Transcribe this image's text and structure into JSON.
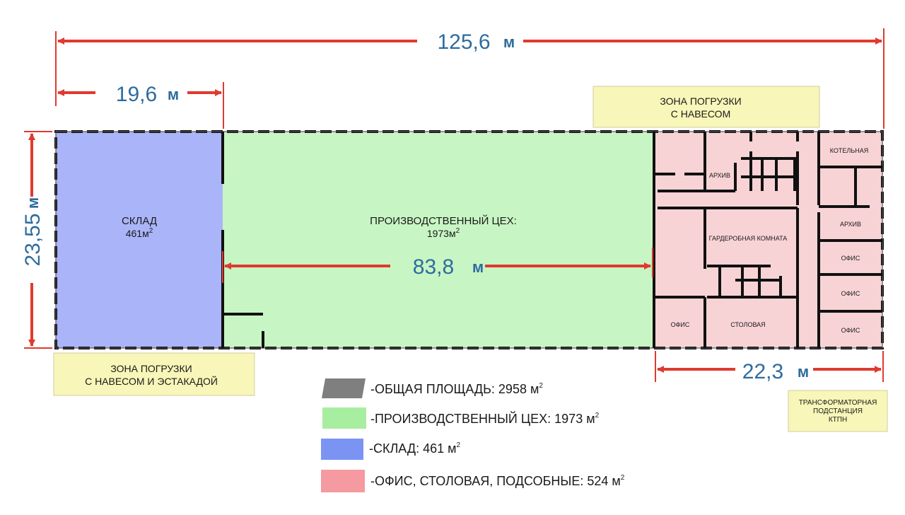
{
  "dimensions": {
    "total_length": {
      "value": "125,6",
      "unit": "м"
    },
    "warehouse_length": {
      "value": "19,6",
      "unit": "м"
    },
    "shop_length": {
      "value": "83,8",
      "unit": "м"
    },
    "office_length": {
      "value": "22,3",
      "unit": "м"
    },
    "width": {
      "value": "23,55",
      "unit": "м"
    }
  },
  "zones": {
    "warehouse": {
      "name": "СКЛАД",
      "area": "461м",
      "sup": "2",
      "color": "#aab4f8"
    },
    "shop": {
      "name": "ПРОИЗВОДСТВЕННЫЙ ЦЕХ:",
      "area": "1973м",
      "sup": "2",
      "color": "#c8f5c4"
    },
    "office_block": {
      "color": "#f8d3d6"
    }
  },
  "callouts": {
    "loading_top": [
      "ЗОНА ПОГРУЗКИ",
      "С  НАВЕСОМ"
    ],
    "loading_bottom": [
      "ЗОНА ПОГРУЗКИ",
      "С  НАВЕСОМ И ЭСТАКАДОЙ"
    ],
    "transformer": [
      "ТРАНСФОРМАТОРНАЯ",
      "ПОДСТАНЦИЯ",
      "КТПН"
    ],
    "callout_color": "#f8f6b8"
  },
  "rooms": {
    "archive_1": "АРХИВ",
    "boiler": "КОТЕЛЬНАЯ",
    "archive_2": "АРХИВ",
    "wardrobe": "ГАРДЕРОБНАЯ КОМНАТА",
    "office_r1": "ОФИС",
    "office_r2": "ОФИС",
    "office_r3": "ОФИС",
    "office_l": "ОФИС",
    "canteen": "СТОЛОВАЯ"
  },
  "legend": [
    {
      "label": "-ОБЩАЯ ПЛОЩАДЬ: 2958 м",
      "sup": "2",
      "color": "#7f7f7f"
    },
    {
      "label": "-ПРОИЗВОДСТВЕННЫЙ ЦЕХ: 1973 м",
      "sup": "2",
      "color": "#a8eea0"
    },
    {
      "label": "-СКЛАД: 461 м",
      "sup": "2",
      "color": "#7b94f4"
    },
    {
      "label": "-ОФИС, СТОЛОВАЯ, ПОДСОБНЫЕ: 524 м",
      "sup": "2",
      "color": "#f59aa0"
    }
  ],
  "colors": {
    "wall": "#111111",
    "arrow": "#e03a2f",
    "dimension_text": "#2e6c9e"
  }
}
